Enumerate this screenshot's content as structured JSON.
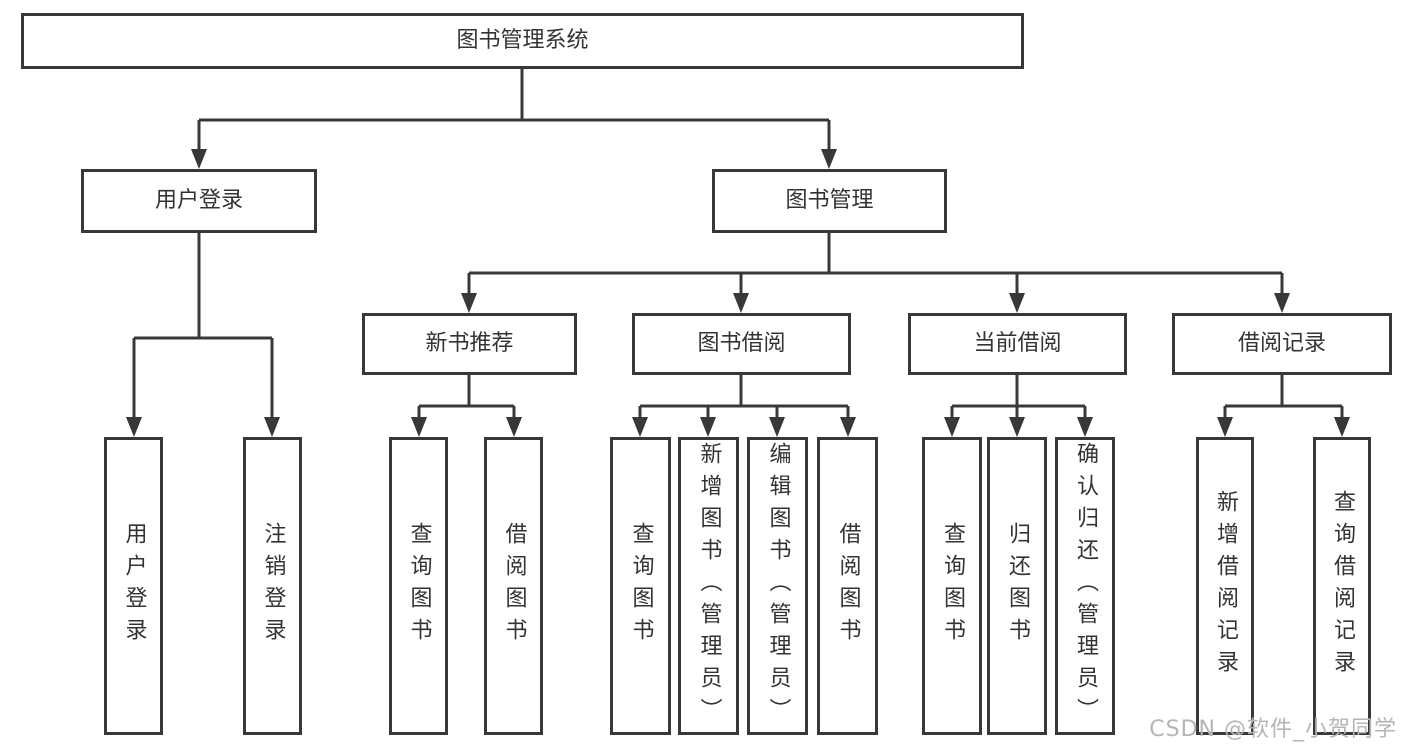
{
  "diagram": {
    "root": {
      "label": "图书管理系统"
    },
    "level2": [
      {
        "label": "用户登录"
      },
      {
        "label": "图书管理"
      }
    ],
    "level3": [
      {
        "label": "新书推荐"
      },
      {
        "label": "图书借阅"
      },
      {
        "label": "当前借阅"
      },
      {
        "label": "借阅记录"
      }
    ],
    "leaves": {
      "user_login": [
        "用户登录",
        "注销登录"
      ],
      "new_book_recommend": [
        "查询图书",
        "借阅图书"
      ],
      "book_borrow": [
        "查询图书",
        "新增图书（管理员）",
        "编辑图书（管理员）",
        "借阅图书"
      ],
      "current_borrow": [
        "查询图书",
        "归还图书",
        "确认归还（管理员）"
      ],
      "borrow_records": [
        "新增借阅记录",
        "查询借阅记录"
      ]
    }
  },
  "watermark": {
    "text": "CSDN @软件_小贺同学"
  },
  "colors": {
    "line": "#383838",
    "text": "#333333",
    "box_background": "#ffffff",
    "watermark": "#b5b5b5",
    "background": "#ffffff"
  }
}
